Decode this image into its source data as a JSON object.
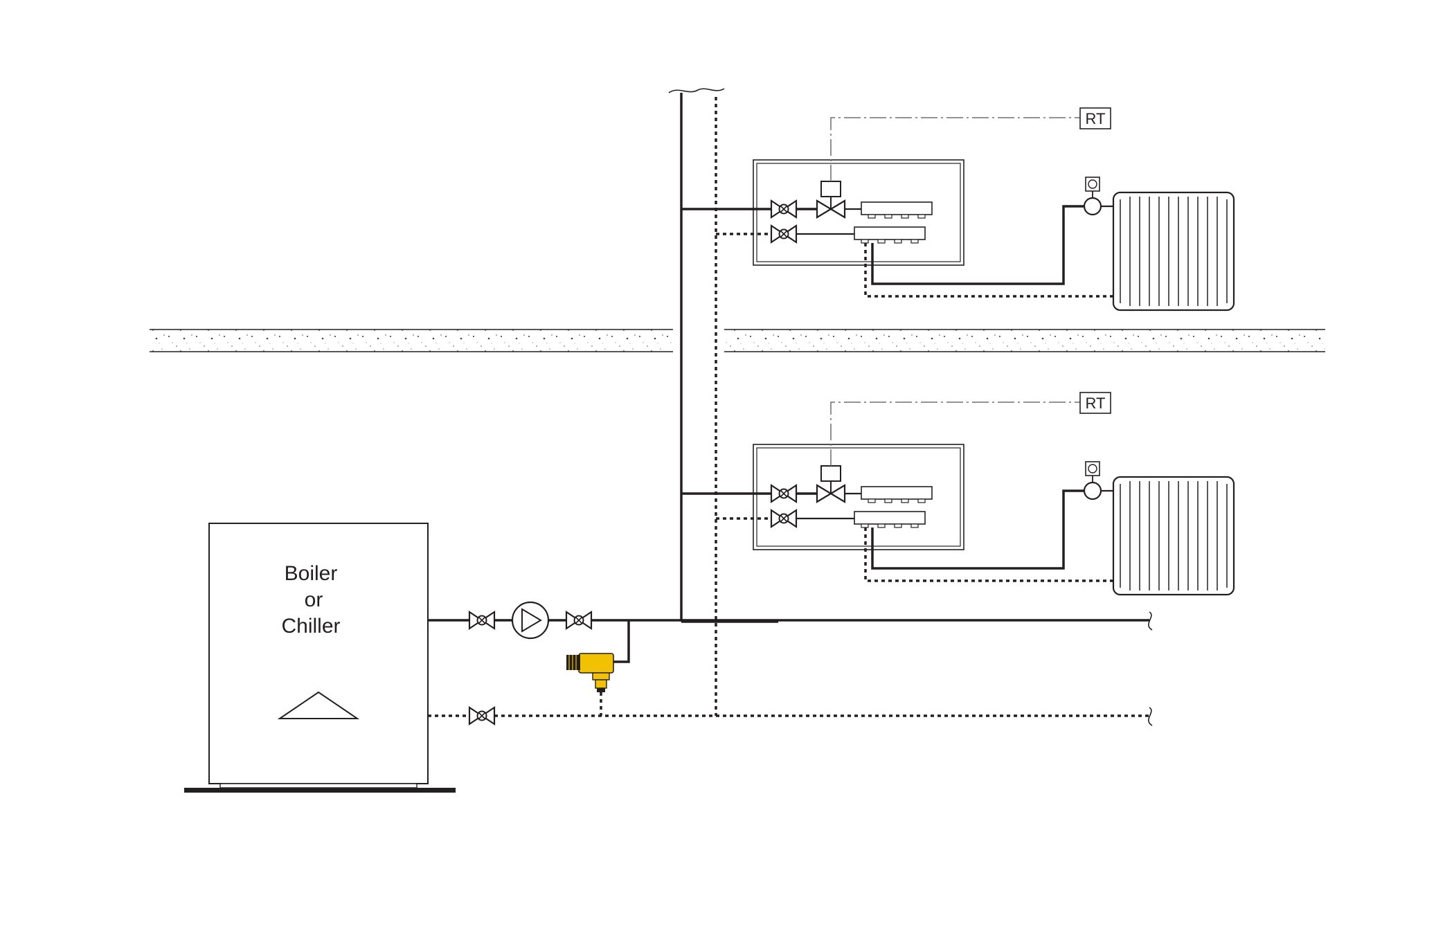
{
  "diagram": {
    "boiler": {
      "lines": [
        "Boiler",
        "or",
        "Chiller"
      ]
    },
    "thermostats": [
      {
        "label": "RT"
      },
      {
        "label": "RT"
      }
    ],
    "colors": {
      "line": "#231f20",
      "control_line": "#6d6e71",
      "separator_valve": "#f2c200",
      "floor_slab": "#e6e6e6"
    }
  }
}
